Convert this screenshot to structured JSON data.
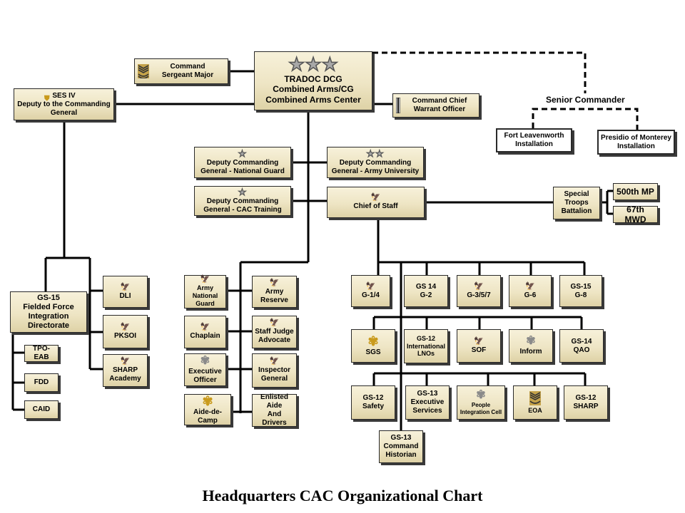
{
  "footer_title": "Headquarters CAC Organizational Chart",
  "colors": {
    "box_fill": "#eee5c4",
    "line": "#000000",
    "oak_gold": "#c99a1c"
  },
  "nodes": {
    "csm": "Command\nSergeant Major",
    "cg": "TRADOC DCG\nCombined Arms/CG\nCombined Arms Center",
    "ccwo": "Command Chief\nWarrant Officer",
    "ses": "SES IV\nDeputy to the Commanding\nGeneral",
    "senior_commander": "Senior Commander",
    "fort_leavenworth": "Fort Leavenworth\nInstallation",
    "presidio": "Presidio of Monterey\nInstallation",
    "dcg_ng": "Deputy Commanding\nGeneral - National  Guard",
    "dcg_au": "Deputy Commanding\nGeneral - Army University",
    "dcg_cac": "Deputy Commanding\nGeneral - CAC Training",
    "cos": "Chief of Staff",
    "stb": "Special\nTroops\nBattalion",
    "mp500": "500th MP",
    "mwd67": "67th MWD",
    "gs15_ffid": "GS-15\nFielded Force\nIntegration\nDirectorate",
    "tpo_eab": "TPO-EAB",
    "fdd": "FDD",
    "caid": "CAID",
    "dli": "DLI",
    "pksoi": "PKSOI",
    "sharp_academy": "SHARP\nAcademy",
    "army_ng": "Army\nNational Guard",
    "army_reserve": "Army\nReserve",
    "chaplain": "Chaplain",
    "sja": "Staff  Judge\nAdvocate",
    "xo": "Executive\nOfficer",
    "ig": "Inspector\nGeneral",
    "adc": "Aide-de-Camp",
    "enlisted_aide": "Enlisted Aide\nAnd\nDrivers",
    "g14": "G-1/4",
    "g2": "GS 14\nG-2",
    "g357": "G-3/5/7",
    "g6": "G-6",
    "g8": "GS-15\nG-8",
    "sgs": "SGS",
    "intl_lnos": "GS-12\nInternational\nLNOs",
    "sof": "SOF",
    "inform": "Inform",
    "qao": "GS-14\nQAO",
    "safety": "GS-12\nSafety",
    "exec_services": "GS-13\nExecutive\nServices",
    "people_integration": "People\nIntegration Cell",
    "eoa": "EOA",
    "sharp_gs12": "GS-12\nSHARP",
    "historian": "GS-13\nCommand\nHistorian"
  }
}
